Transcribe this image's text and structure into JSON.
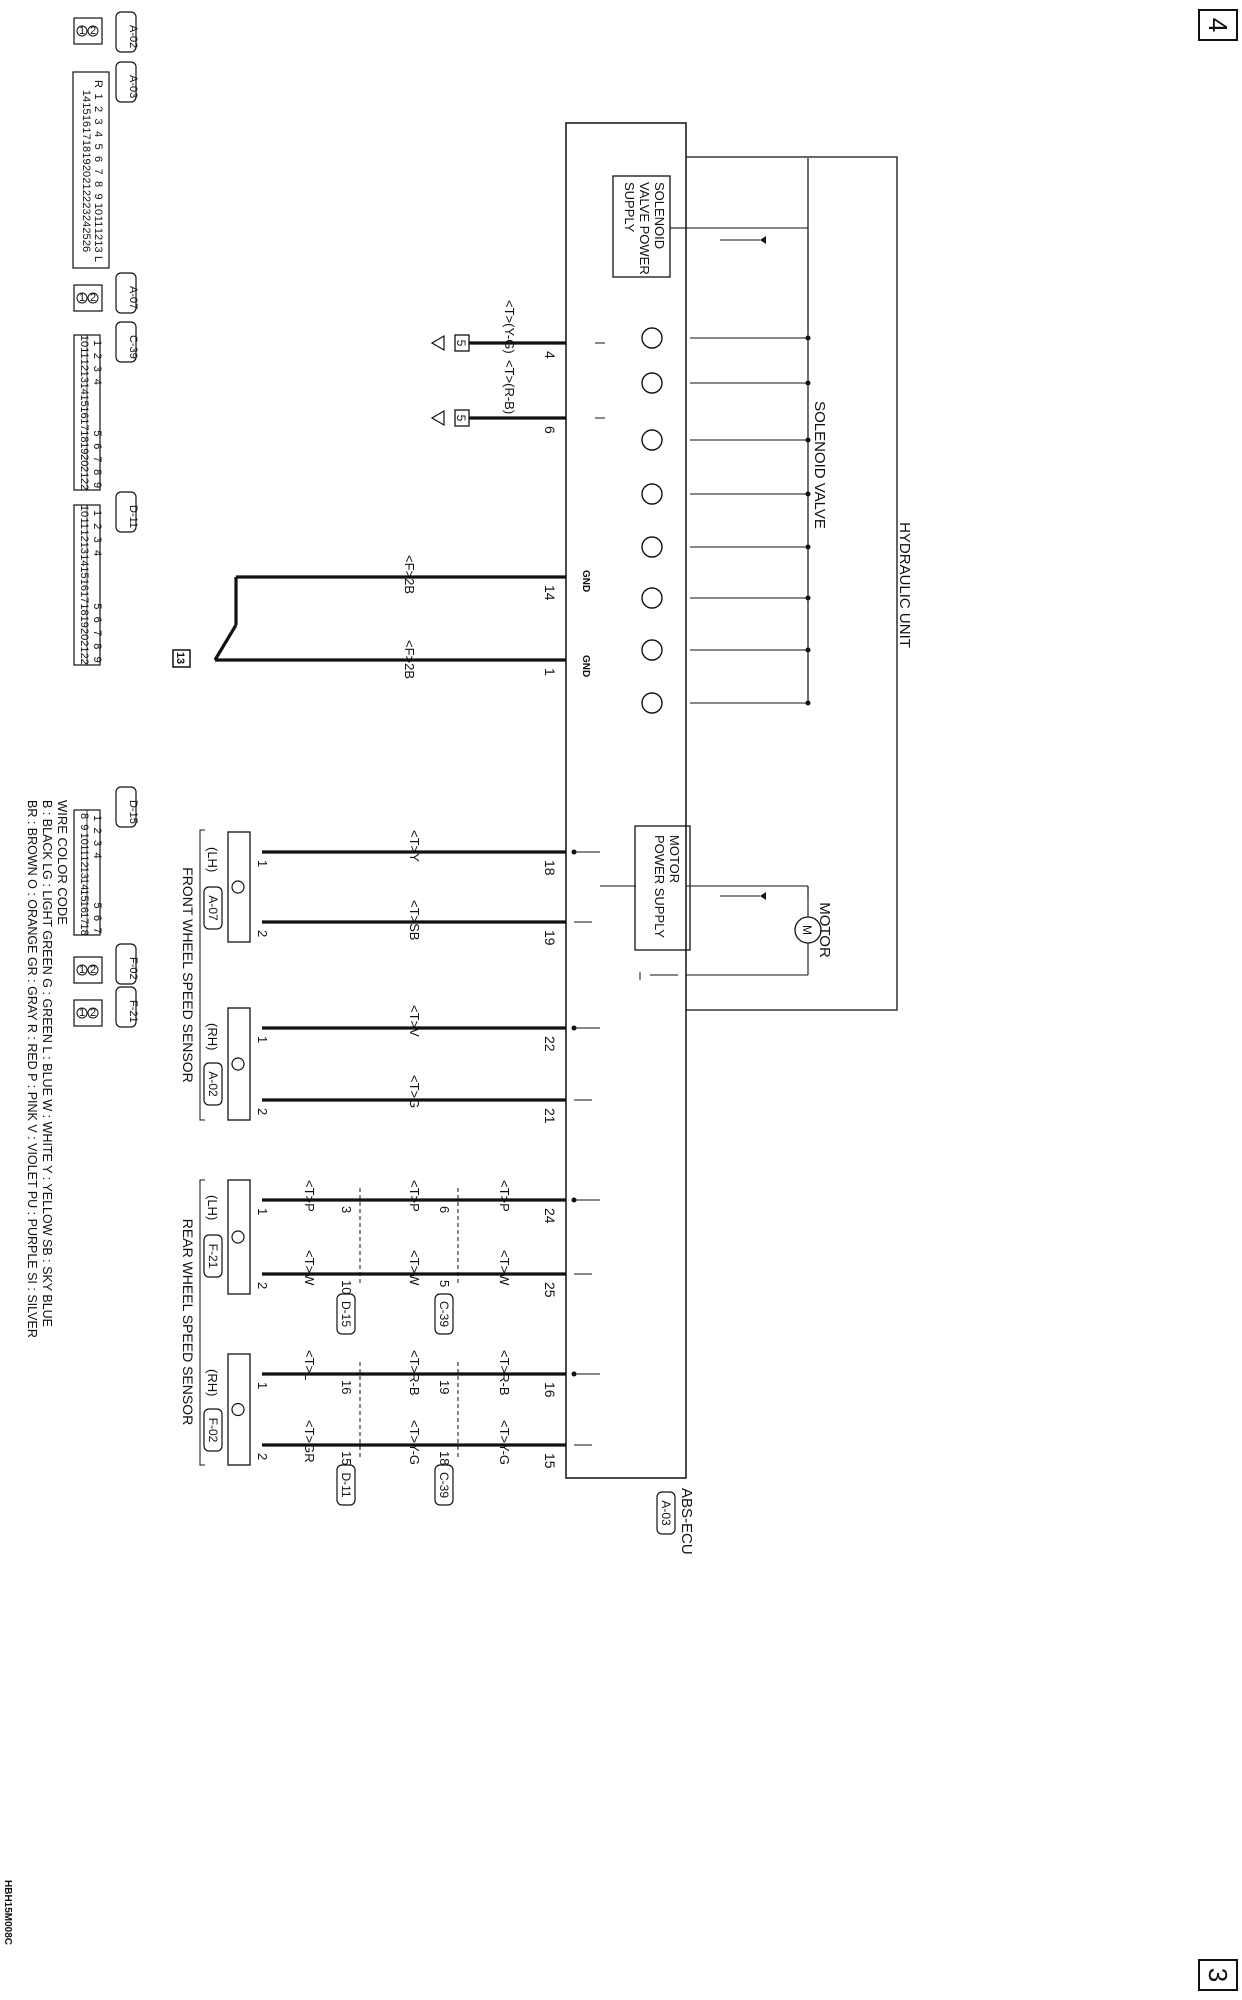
{
  "page_left": "3",
  "page_right": "4",
  "ecu": {
    "name": "ABS-ECU",
    "connector": "A-03"
  },
  "hydraulic_unit": "HYDRAULIC UNIT",
  "solenoid_supply": [
    "SOLENOID",
    "VALVE POWER",
    "SUPPLY"
  ],
  "solenoid_valve": "SOLENOID VALVE",
  "motor": "MOTOR",
  "motor_supply": [
    "MOTOR",
    "POWER SUPPLY"
  ],
  "gnd": "GND",
  "front_sensor_title": "FRONT WHEEL SPEED SENSOR",
  "rear_sensor_title": "REAR WHEEL SPEED SENSOR",
  "sensors": [
    {
      "side": "(LH)",
      "connector": "A-07"
    },
    {
      "side": "(RH)",
      "connector": "A-02"
    },
    {
      "side": "(LH)",
      "connector": "F-21"
    },
    {
      "side": "(RH)",
      "connector": "F-02"
    }
  ],
  "pins": {
    "p4": "4",
    "p6": "6",
    "p14": "14",
    "p1": "1",
    "p18": "18",
    "p19": "19",
    "p22": "22",
    "p21": "21",
    "p24": "24",
    "p25": "25",
    "p16": "16",
    "p15": "15"
  },
  "wires": {
    "diag1": "<T>(Y-G)",
    "diag2": "<T>(R-B)",
    "gnd1": "<F>2B",
    "gnd2": "<F>2B",
    "fl_a": "<T>Y",
    "fl_b": "<T>SB",
    "fr_a": "<T>V",
    "fr_b": "<T>G",
    "rl_a1": "<T>P",
    "rl_a2": "<T>P",
    "rl_a3": "<T>P",
    "rl_b1": "<T>W",
    "rl_b2": "<T>W",
    "rl_b3": "<T>W",
    "rr_a1": "<T>R-B",
    "rr_a2": "<T>R-B",
    "rr_a3": "<T>L",
    "rr_b1": "<T>Y-G",
    "rr_b2": "<T>Y-G",
    "rr_b3": "<T>GR"
  },
  "sensor_pins": {
    "one": "1",
    "two": "2"
  },
  "joint_pins": {
    "rl_c39_a": "6",
    "rl_c39_b": "5",
    "rl_d15_a": "3",
    "rl_d15_b": "10",
    "rr_c39_a": "19",
    "rr_c39_b": "18",
    "rr_d11_a": "16",
    "rr_d11_b": "15"
  },
  "joint_connectors": {
    "d15": "D-15",
    "c39": "C-39",
    "d11": "D-11"
  },
  "ref_labels": {
    "diag": "5",
    "ground": "13"
  },
  "connectors": {
    "a02": {
      "name": "A-02",
      "pins": [
        "1",
        "2"
      ]
    },
    "a03": {
      "name": "A-03",
      "row1": [
        "R",
        "1",
        "2",
        "3",
        "4",
        "5",
        "6",
        "7",
        "8",
        "9",
        "10",
        "11",
        "12",
        "13",
        "L"
      ],
      "row2": [
        "14",
        "15",
        "16",
        "17",
        "18",
        "19",
        "20",
        "21",
        "22",
        "23",
        "24",
        "25",
        "26"
      ]
    },
    "a07": {
      "name": "A-07",
      "pins": [
        "1",
        "2"
      ]
    },
    "c39": {
      "name": "C-39",
      "row1": [
        "1",
        "2",
        "3",
        "4",
        "5",
        "6",
        "7",
        "8",
        "9"
      ],
      "row2": [
        "10",
        "11",
        "12",
        "13",
        "14",
        "15",
        "16",
        "17",
        "18",
        "19",
        "20",
        "21",
        "22"
      ]
    },
    "d11": {
      "name": "D-11",
      "row1": [
        "1",
        "2",
        "3",
        "4",
        "5",
        "6",
        "7",
        "8",
        "9"
      ],
      "row2": [
        "10",
        "11",
        "12",
        "13",
        "14",
        "15",
        "16",
        "17",
        "18",
        "19",
        "20",
        "21",
        "22"
      ]
    },
    "d15": {
      "name": "D-15",
      "row1": [
        "1",
        "2",
        "3",
        "4",
        "5",
        "6",
        "7"
      ],
      "row2": [
        "8",
        "9",
        "10",
        "11",
        "12",
        "13",
        "14",
        "15",
        "16",
        "17",
        "18"
      ]
    },
    "f02": {
      "name": "F-02",
      "pins": [
        "1",
        "2"
      ]
    },
    "f21": {
      "name": "F-21",
      "pins": [
        "1",
        "2"
      ]
    }
  },
  "wire_color_code": {
    "title": "WIRE COLOR CODE",
    "line1": "B : BLACK   LG : LIGHT GREEN   G : GREEN   L : BLUE   W : WHITE   Y : YELLOW   SB : SKY BLUE",
    "line2": "BR : BROWN   O : ORANGE   GR : GRAY   R : RED   P : PINK   V : VIOLET   PU : PURPLE   SI : SILVER"
  },
  "figure_id": "HBH15M008C"
}
